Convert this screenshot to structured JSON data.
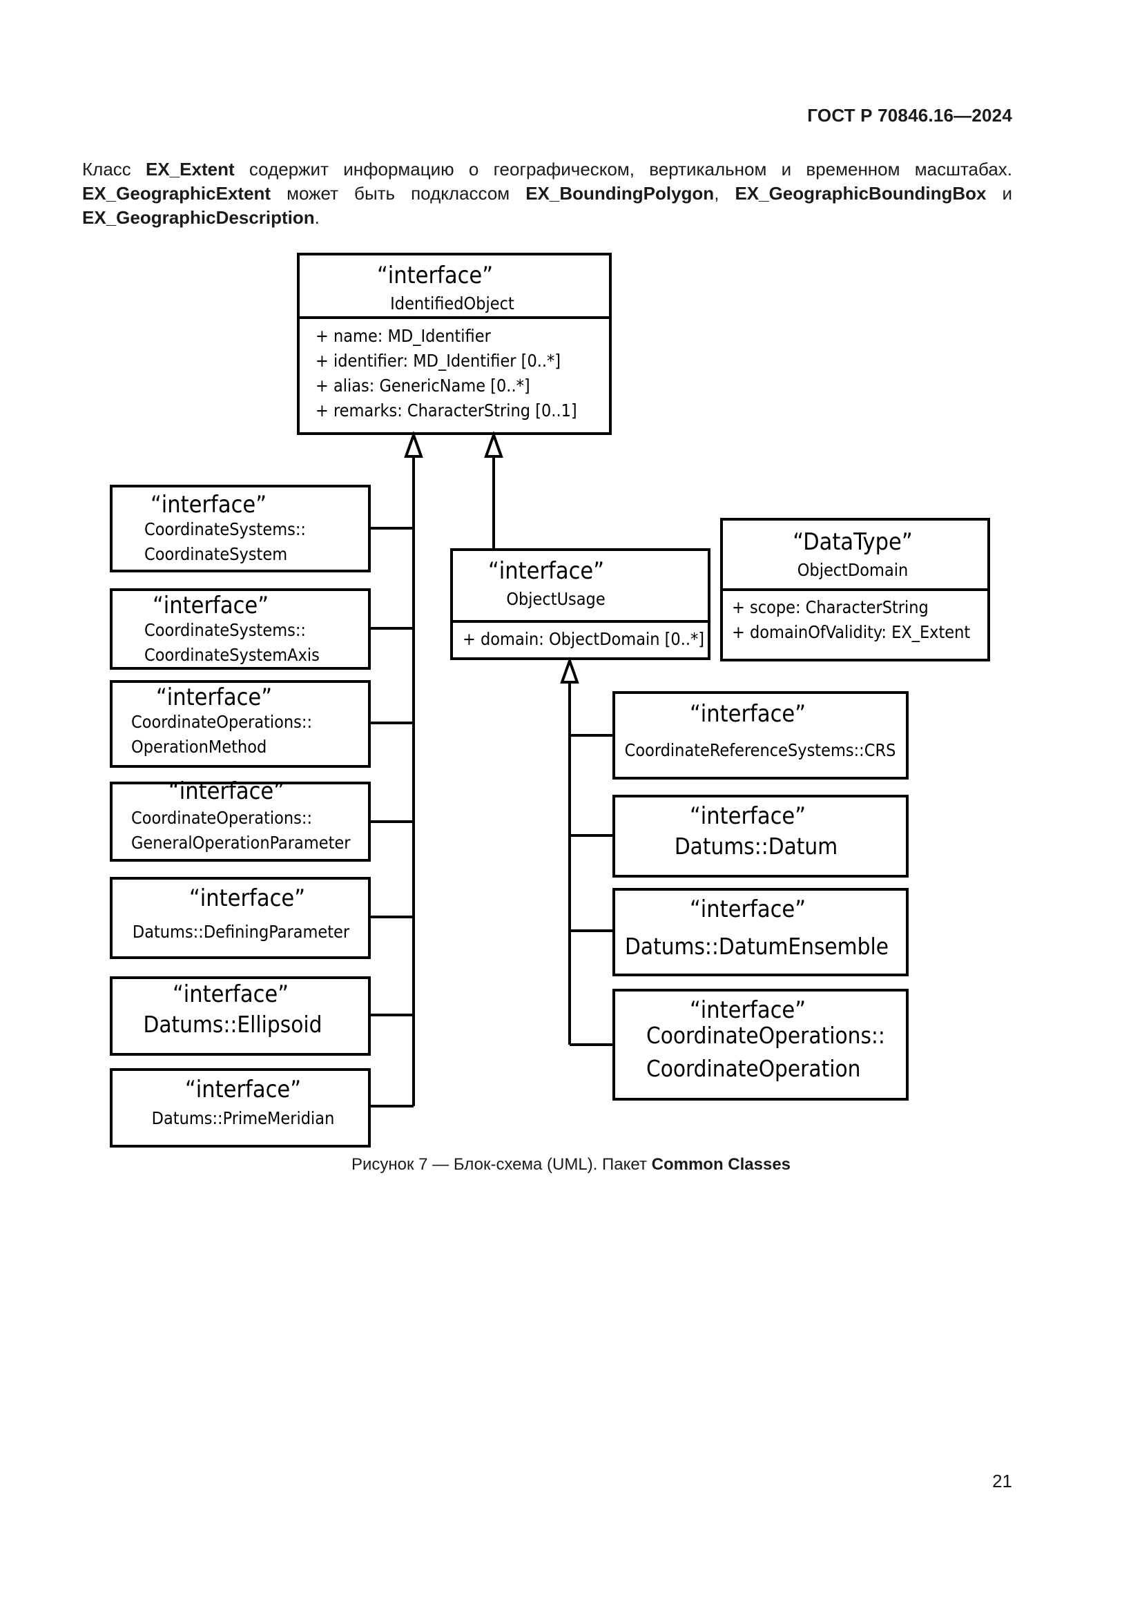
{
  "header": {
    "standard": "ГОСТ Р 70846.16—2024"
  },
  "intro": {
    "t1": "Класс ",
    "b1": "EX_Extent",
    "t2": " содержит информацию о географическом, вертикальном и временном масштабах. ",
    "b2": "EX_GeographicExtent",
    "t3": " может быть подклассом ",
    "b3": "EX_BoundingPolygon",
    "t4": ", ",
    "b4": "EX_GeographicBoundingBox",
    "t5": " и ",
    "b5": "EX_GeographicDescription",
    "t6": "."
  },
  "diagram": {
    "identified_object": {
      "stereotype": "“interface”",
      "name": "IdentifiedObject",
      "attributes": [
        "+ name: MD_Identifier",
        "+ identifier: MD_Identifier [0..*]",
        "+ alias: GenericName [0..*]",
        "+ remarks: CharacterString [0..1]"
      ]
    },
    "object_usage": {
      "stereotype": "“interface”",
      "name": "ObjectUsage",
      "attributes": [
        "+ domain: ObjectDomain [0..*]"
      ]
    },
    "object_domain": {
      "stereotype": "“DataType”",
      "name": "ObjectDomain",
      "attributes": [
        "+ scope: CharacterString",
        "+ domainOfValidity: EX_Extent"
      ]
    },
    "left_classes": [
      {
        "stereotype": "“interface”",
        "lines": [
          "CoordinateSystems::",
          "CoordinateSystem"
        ]
      },
      {
        "stereotype": "“interface”",
        "lines": [
          "CoordinateSystems::",
          "CoordinateSystemAxis"
        ]
      },
      {
        "stereotype": "“interface”",
        "lines": [
          "CoordinateOperations::",
          "OperationMethod"
        ]
      },
      {
        "stereotype": "“interface”",
        "lines": [
          "CoordinateOperations::",
          "GeneralOperationParameter"
        ]
      },
      {
        "stereotype": "“interface”",
        "lines": [
          "Datums::DefiningParameter"
        ]
      },
      {
        "stereotype": "“interface”",
        "lines": [
          "Datums::Ellipsoid"
        ]
      },
      {
        "stereotype": "“interface”",
        "lines": [
          "Datums::PrimeMeridian"
        ]
      }
    ],
    "right_classes": [
      {
        "stereotype": "“interface”",
        "lines": [
          "CoordinateReferenceSystems::CRS"
        ]
      },
      {
        "stereotype": "“interface”",
        "lines": [
          "Datums::Datum"
        ]
      },
      {
        "stereotype": "“interface”",
        "lines": [
          "Datums::DatumEnsemble"
        ]
      },
      {
        "stereotype": "“interface”",
        "lines": [
          "CoordinateOperations::",
          "CoordinateOperation"
        ]
      }
    ]
  },
  "caption": {
    "prefix": "Рисунок 7 — Блок-схема (UML). Пакет ",
    "package": "Common Classes"
  },
  "footer": {
    "page_number": "21"
  }
}
